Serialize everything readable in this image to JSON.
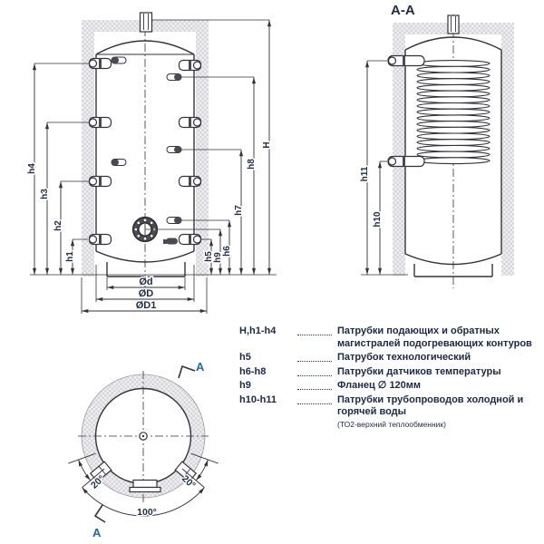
{
  "title": {
    "section_view": "A-A"
  },
  "labels": {
    "h1": "h1",
    "h2": "h2",
    "h3": "h3",
    "h4": "h4",
    "h5": "h5",
    "h6": "h6",
    "h7": "h7",
    "h8": "h8",
    "h9": "h9",
    "h10": "h10",
    "h11": "h11",
    "H": "H",
    "d": "Ød",
    "D": "ØD",
    "D1": "ØD1",
    "angle_left": "20°",
    "angle_right": "20°",
    "angle_total": "100°",
    "section_marker_top": "A",
    "section_marker_bottom": "A"
  },
  "legend": {
    "items": [
      {
        "key": "H,h1-h4",
        "desc": "Патрубки подающих и обратных магистралей подогревающих контуров"
      },
      {
        "key": "h5",
        "desc": "Патрубок технологический"
      },
      {
        "key": "h6-h8",
        "desc": "Патрубки датчиков температуры"
      },
      {
        "key": "h9",
        "desc": "Фланец ∅ 120мм"
      },
      {
        "key": "h10-h11",
        "desc": "Патрубки трубопроводов холодной и горячей воды",
        "note": "(ТО2-верхний теплообменник)"
      }
    ]
  },
  "colors": {
    "line": "#32323a",
    "label_text": "#1d2b4e",
    "marker_blue": "#1e6ab2",
    "insulation": "#d6d6da",
    "flange_dark": "#4a4a52"
  }
}
